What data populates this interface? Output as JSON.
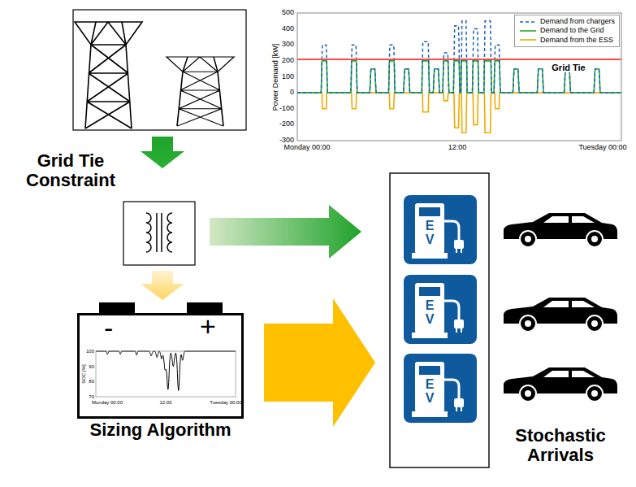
{
  "diagram": {
    "nodes": [
      {
        "text": [
          "-",
          "+",
          "Sizing Algorithm"
        ]
      },
      {
        "text": [
          "E V"
        ]
      },
      {
        "text": [
          "E V"
        ]
      },
      {
        "text": [
          "E V"
        ]
      }
    ],
    "labels": [
      "Grid Tie Constraint",
      "Stochastic Arrivals",
      "500",
      "400",
      "300",
      "200",
      "100",
      "0",
      "-100",
      "-200",
      "-300",
      "Power Demand [kW]",
      "Grid Tie",
      "Monday 00:00",
      "12:00",
      "Tuesday 00:00",
      "SOC [%]",
      "100",
      "90",
      "80",
      "70",
      "Monday 00:00",
      "12:00",
      "Tuesday 00:00"
    ],
    "legend": [
      {
        "text": "Demand from chargers"
      },
      {
        "text": "Demand to the Grid"
      },
      {
        "text": "Demand from the ESS"
      }
    ]
  }
}
